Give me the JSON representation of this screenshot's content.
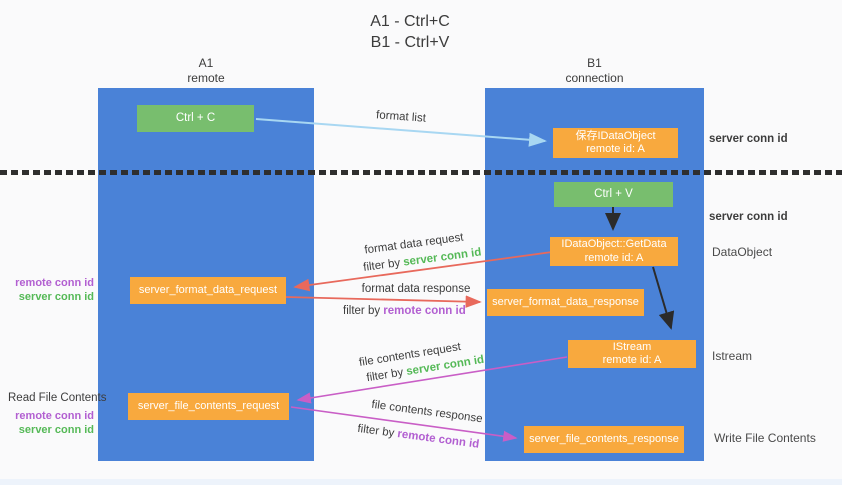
{
  "title": {
    "line1": "A1 - Ctrl+C",
    "line2": "B1 - Ctrl+V"
  },
  "lifelines": {
    "left": {
      "name": "A1",
      "role": "remote"
    },
    "right": {
      "name": "B1",
      "role": "connection"
    }
  },
  "nodes": {
    "ctrl_c": "Ctrl + C",
    "save_idataobject": {
      "line1": "保存IDataObject",
      "line2": "remote id: A"
    },
    "ctrl_v": "Ctrl + V",
    "getdata": {
      "line1": "IDataObject::GetData",
      "line2": "remote id: A"
    },
    "format_request": "server_format_data_request",
    "format_response": "server_format_data_response",
    "istream": {
      "line1": "IStream",
      "line2": "remote id: A"
    },
    "file_request": "server_file_contents_request",
    "file_response": "server_file_contents_response"
  },
  "edge_labels": {
    "format_list": "format list",
    "format_data_request": "format data request",
    "format_data_response": "format data response",
    "file_contents_request": "file contents request",
    "file_contents_response": "file contents response",
    "filter_by": "filter by ",
    "server_conn_id": "server conn id",
    "remote_conn_id": "remote conn id"
  },
  "side_labels": {
    "server_conn_id": "server conn id",
    "remote_conn_id": "remote conn id",
    "dataobject": "DataObject",
    "istream": "Istream",
    "read_file_contents": "Read File Contents",
    "write_file_contents": "Write File Contents"
  },
  "colors": {
    "lifeline_blue": "#4a82d7",
    "node_green": "#78be6e",
    "node_orange": "#f8a93e",
    "accent_green": "#55b957",
    "accent_purple": "#b25fd1",
    "arrow_blue": "#a8d7f2",
    "arrow_red": "#e8695c",
    "arrow_magenta": "#c95ec6",
    "arrow_black": "#2b2b2b"
  }
}
